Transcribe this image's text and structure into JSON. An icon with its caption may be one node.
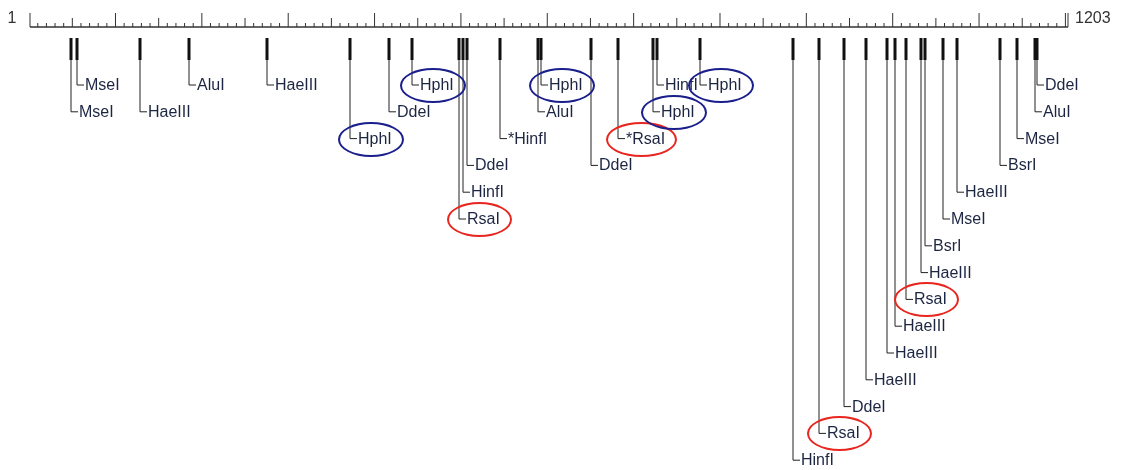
{
  "diagram": {
    "nodes": [
      {
        "text": [],
        "shape": "bar"
      },
      {
        "text": [],
        "shape": "bar"
      },
      {
        "text": [],
        "shape": "bar"
      },
      {
        "text": [],
        "shape": "bar"
      },
      {
        "text": [],
        "shape": "bar"
      },
      {
        "text": [],
        "shape": "bar"
      },
      {
        "text": [],
        "shape": "bar"
      },
      {
        "text": [],
        "shape": "bar"
      },
      {
        "text": [],
        "shape": "bar"
      },
      {
        "text": [],
        "shape": "bar"
      },
      {
        "text": [],
        "shape": "bar"
      },
      {
        "text": [],
        "shape": "bar"
      },
      {
        "text": [],
        "shape": "bar"
      },
      {
        "text": [],
        "shape": "bar"
      },
      {
        "text": [],
        "shape": "bar"
      },
      {
        "text": [],
        "shape": "bar"
      },
      {
        "text": [],
        "shape": "bar"
      },
      {
        "text": [],
        "shape": "bar"
      },
      {
        "text": [],
        "shape": "bar"
      },
      {
        "text": [],
        "shape": "bar"
      },
      {
        "text": [],
        "shape": "bar"
      },
      {
        "text": [],
        "shape": "bar"
      },
      {
        "text": [],
        "shape": "bar"
      },
      {
        "text": [],
        "shape": "bar"
      },
      {
        "text": [],
        "shape": "bar"
      },
      {
        "text": [],
        "shape": "bar"
      },
      {
        "text": [],
        "shape": "bar"
      },
      {
        "text": [],
        "shape": "bar"
      },
      {
        "text": [],
        "shape": "bar"
      },
      {
        "text": [],
        "shape": "bar"
      },
      {
        "text": [],
        "shape": "bar"
      },
      {
        "text": [],
        "shape": "bar"
      },
      {
        "text": [],
        "shape": "bar"
      },
      {
        "text": [],
        "shape": "bar"
      },
      {
        "text": [],
        "shape": "circle"
      },
      {
        "text": [],
        "shape": "circle"
      },
      {
        "text": [],
        "shape": "circle"
      },
      {
        "text": [],
        "shape": "circle"
      },
      {
        "text": [],
        "shape": "circle"
      },
      {
        "text": [],
        "shape": "circle"
      },
      {
        "text": [],
        "shape": "circle"
      },
      {
        "text": [],
        "shape": "circle"
      },
      {
        "text": [],
        "shape": "circle"
      },
      {
        "text": [
          "MseI"
        ]
      },
      {
        "text": [
          "MseI"
        ]
      },
      {
        "text": [
          "HaeIII"
        ]
      },
      {
        "text": [
          "AluI"
        ]
      },
      {
        "text": [
          "HaeIII"
        ]
      },
      {
        "text": [
          "HphI"
        ],
        "in": 34
      },
      {
        "text": [
          "DdeI"
        ]
      },
      {
        "text": [
          "HphI"
        ],
        "in": 35
      },
      {
        "text": [
          "RsaI"
        ],
        "in": 36
      },
      {
        "text": [
          "HinfI"
        ]
      },
      {
        "text": [
          "DdeI"
        ]
      },
      {
        "text": [
          "*HinfI"
        ]
      },
      {
        "text": [
          "AluI"
        ]
      },
      {
        "text": [
          "HphI"
        ],
        "in": 37
      },
      {
        "text": [
          "DdeI"
        ]
      },
      {
        "text": [
          "*RsaI"
        ],
        "in": 38
      },
      {
        "text": [
          "HphI"
        ],
        "in": 39
      },
      {
        "text": [
          "HinfI"
        ]
      },
      {
        "text": [
          "HphI"
        ],
        "in": 40
      },
      {
        "text": [
          "HinfI"
        ]
      },
      {
        "text": [
          "RsaI"
        ],
        "in": 41
      },
      {
        "text": [
          "DdeI"
        ]
      },
      {
        "text": [
          "HaeIII"
        ]
      },
      {
        "text": [
          "HaeIII"
        ]
      },
      {
        "text": [
          "HaeIII"
        ]
      },
      {
        "text": [
          "RsaI"
        ],
        "in": 42
      },
      {
        "text": [
          "HaeIII"
        ]
      },
      {
        "text": [
          "BsrI"
        ]
      },
      {
        "text": [
          "MseI"
        ]
      },
      {
        "text": [
          "HaeIII"
        ]
      },
      {
        "text": [
          "BsrI"
        ]
      },
      {
        "text": [
          "MseI"
        ]
      },
      {
        "text": [
          "AluI"
        ]
      },
      {
        "text": [
          "DdeI"
        ]
      }
    ],
    "edges": [
      {
        "from": 43,
        "to": 0,
        "arrow": "none"
      },
      {
        "from": 44,
        "to": 1,
        "arrow": "none"
      },
      {
        "from": 45,
        "to": 2,
        "arrow": "none"
      },
      {
        "from": 46,
        "to": 3,
        "arrow": "none"
      },
      {
        "from": 47,
        "to": 4,
        "arrow": "none"
      },
      {
        "from": 48,
        "to": 5,
        "arrow": "none"
      },
      {
        "from": 49,
        "to": 6,
        "arrow": "none"
      },
      {
        "from": 50,
        "to": 7,
        "arrow": "none"
      },
      {
        "from": 51,
        "to": 8,
        "arrow": "none"
      },
      {
        "from": 52,
        "to": 9,
        "arrow": "none"
      },
      {
        "from": 53,
        "to": 10,
        "arrow": "none"
      },
      {
        "from": 54,
        "to": 11,
        "arrow": "none"
      },
      {
        "from": 55,
        "to": 12,
        "arrow": "none"
      },
      {
        "from": 56,
        "to": 13,
        "arrow": "none"
      },
      {
        "from": 57,
        "to": 14,
        "arrow": "none"
      },
      {
        "from": 58,
        "to": 15,
        "arrow": "none"
      },
      {
        "from": 59,
        "to": 16,
        "arrow": "none"
      },
      {
        "from": 60,
        "to": 17,
        "arrow": "none"
      },
      {
        "from": 61,
        "to": 18,
        "arrow": "none"
      },
      {
        "from": 62,
        "to": 19,
        "arrow": "none"
      },
      {
        "from": 63,
        "to": 20,
        "arrow": "none"
      },
      {
        "from": 64,
        "to": 21,
        "arrow": "none"
      },
      {
        "from": 65,
        "to": 22,
        "arrow": "none"
      },
      {
        "from": 66,
        "to": 23,
        "arrow": "none"
      },
      {
        "from": 67,
        "to": 24,
        "arrow": "none"
      },
      {
        "from": 68,
        "to": 25,
        "arrow": "none"
      },
      {
        "from": 69,
        "to": 26,
        "arrow": "none"
      },
      {
        "from": 70,
        "to": 27,
        "arrow": "none"
      },
      {
        "from": 71,
        "to": 28,
        "arrow": "none"
      },
      {
        "from": 72,
        "to": 29,
        "arrow": "none"
      },
      {
        "from": 73,
        "to": 30,
        "arrow": "none"
      },
      {
        "from": 74,
        "to": 31,
        "arrow": "none"
      },
      {
        "from": 75,
        "to": 32,
        "arrow": "none"
      },
      {
        "from": 76,
        "to": 33,
        "arrow": "none"
      }
    ],
    "labels": [
      "1",
      "1203"
    ]
  }
}
